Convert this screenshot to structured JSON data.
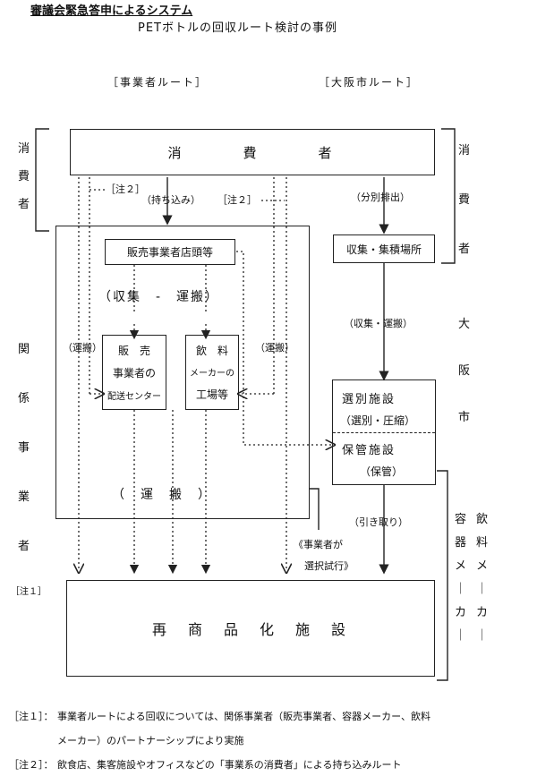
{
  "header": {
    "subtitle": "審議会緊急答申によるシステム",
    "title": "PETボトルの回収ルート検討の事例"
  },
  "routes": {
    "business": "［事業者ルート］",
    "osaka": "［大阪市ルート］"
  },
  "boxes": {
    "consumer": "消　　　費　　　者",
    "store": "販売事業者店頭等",
    "sales_center": [
      "販　売",
      "事業者の",
      "配送センター"
    ],
    "beverage_factory": [
      "飲　料",
      "メーカーの",
      "工場等"
    ],
    "collection_site": "収集・集積場所",
    "sorting_facility": "選別施設",
    "sorting_detail": "（選別・圧縮）",
    "storage_facility": "保管施設",
    "storage_detail": "（保管）",
    "recycle": "再　商　品　化　施　設"
  },
  "labels": {
    "bring_in": "（持ち込み）",
    "note2_left": "［注２］",
    "note2_right": "［注２］",
    "separate_discharge": "（分別排出）",
    "collect_transport_business": "（収集　-　運搬）",
    "collect_transport_osaka": "（収集・運搬）",
    "transport_left": "（運搬）",
    "transport_right": "（運搬）",
    "transport_bottom": "（　運　搬　）",
    "pickup": "（引き取り）",
    "business_trial_1": "《事業者が",
    "business_trial_2": "選択試行》",
    "note1_mark": "［注１］"
  },
  "side": {
    "left_consumer": [
      "消",
      "費",
      "者"
    ],
    "left_business": [
      "関",
      "係",
      "事",
      "業",
      "者"
    ],
    "right_consumer": [
      "消",
      "費",
      "者"
    ],
    "right_osaka": [
      "大",
      "阪",
      "市"
    ],
    "container_maker": [
      "容",
      "器",
      "メ",
      "｜",
      "カ",
      "｜"
    ],
    "beverage_maker": [
      "飲",
      "料",
      "メ",
      "｜",
      "カ",
      "｜"
    ]
  },
  "notes": {
    "note1_label": "［注１］：",
    "note1_line1": "事業者ルートによる回収については、関係事業者（販売事業者、容器メーカー、飲料",
    "note1_line2": "メーカー）のパートナーシップにより実施",
    "note2_label": "［注２］：",
    "note2_line1": "飲食店、集客施設やオフィスなどの「事業系の消費者」による持ち込みルート"
  }
}
